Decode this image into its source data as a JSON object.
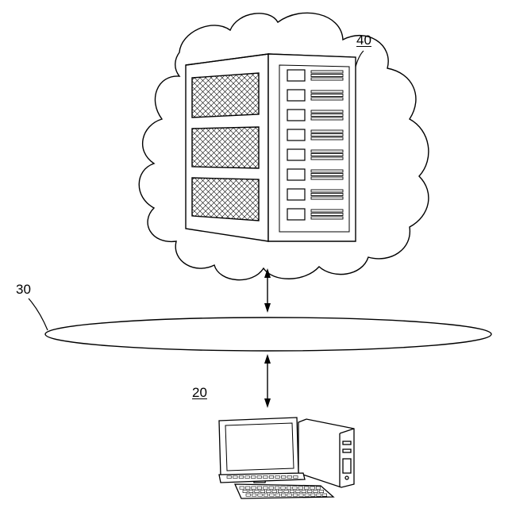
{
  "labels": {
    "server": "40",
    "network": "30",
    "terminal": "20"
  },
  "colors": {
    "stroke": "#000000",
    "fill": "#ffffff"
  },
  "icons": [
    "cloud-icon",
    "server-rack-icon",
    "network-icon",
    "desktop-computer-icon",
    "bidirectional-arrow-icon"
  ]
}
